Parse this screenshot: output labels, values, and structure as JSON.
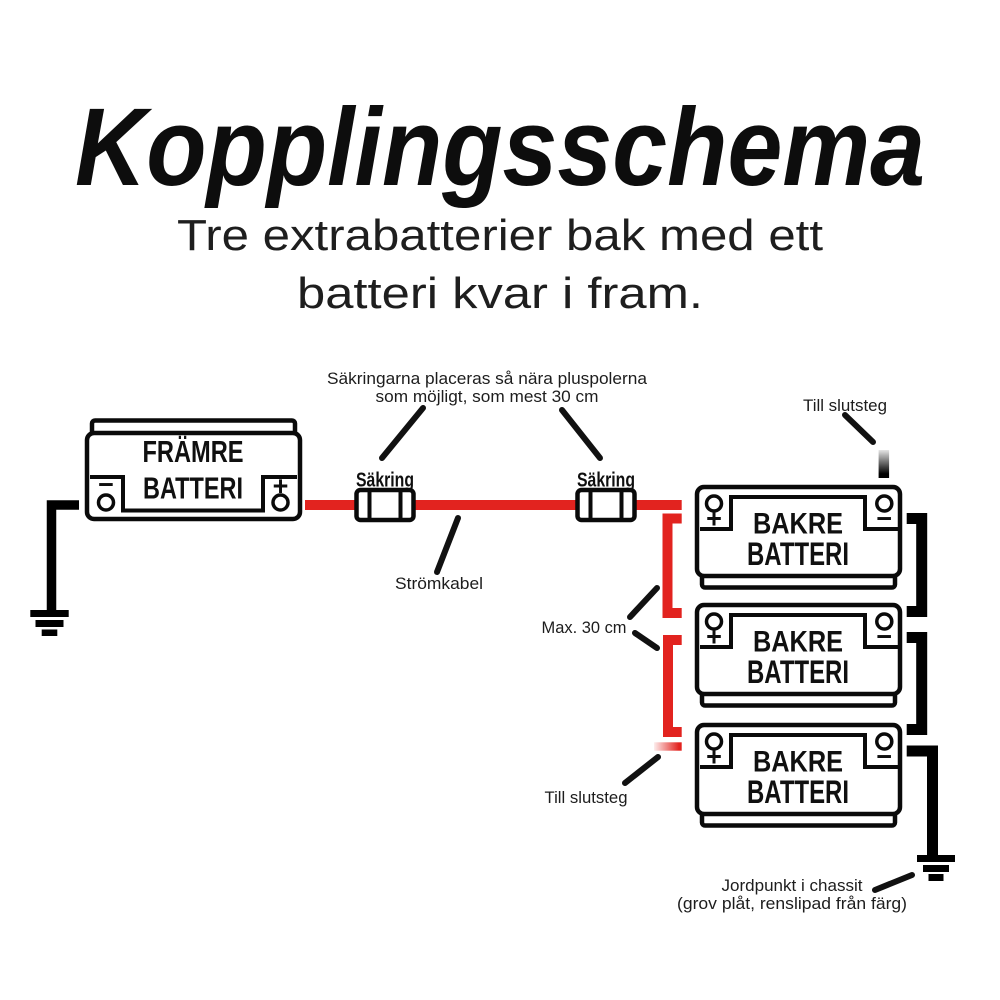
{
  "page": {
    "title": "Kopplingsschema",
    "subtitle_line1": "Tre extrabatterier bak med ett",
    "subtitle_line2": "batteri kvar i fram."
  },
  "colors": {
    "cable_red": "#e2231f",
    "wire_black": "#000000",
    "ink": "#1d1d1d"
  },
  "front_battery": {
    "name_line1": "FRÄMRE",
    "name_line2": "BATTERI",
    "negative_symbol": "−",
    "positive_symbol": "+"
  },
  "rear_batteries": [
    {
      "name_line1": "BAKRE",
      "name_line2": "BATTERI",
      "positive_symbol": "+",
      "negative_symbol": "−"
    },
    {
      "name_line1": "BAKRE",
      "name_line2": "BATTERI",
      "positive_symbol": "+",
      "negative_symbol": "−"
    },
    {
      "name_line1": "BAKRE",
      "name_line2": "BATTERI",
      "positive_symbol": "+",
      "negative_symbol": "−"
    }
  ],
  "fuses": [
    {
      "label": "Säkring"
    },
    {
      "label": "Säkring"
    }
  ],
  "annotations": {
    "fuse_note_line1": "Säkringarna placeras så nära pluspolerna",
    "fuse_note_line2": "som möjligt, som mest 30 cm",
    "till_slutsteg_top": "Till slutsteg",
    "stromkabel": "Strömkabel",
    "max_30cm": "Max. 30 cm",
    "till_slutsteg_bottom": "Till slutsteg",
    "jordpunkt_line1": "Jordpunkt i chassit",
    "jordpunkt_line2": "(grov plåt, renslipad från färg)"
  }
}
